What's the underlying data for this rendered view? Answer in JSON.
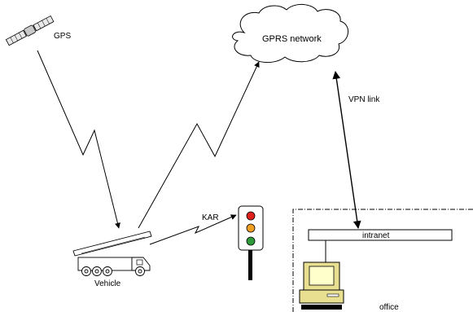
{
  "labels": {
    "gps": "GPS",
    "gprs_network": "GPRS network",
    "vpn_link": "VPN link",
    "kar": "KAR",
    "vehicle": "Vehicle",
    "intranet": "intranet",
    "office": "office"
  },
  "colors": {
    "traffic_light_red": "#e0201c",
    "traffic_light_amber": "#f0a020",
    "traffic_light_green": "#2e9a3a",
    "computer_screen": "#ffffcc",
    "computer_body": "#e8e090"
  }
}
